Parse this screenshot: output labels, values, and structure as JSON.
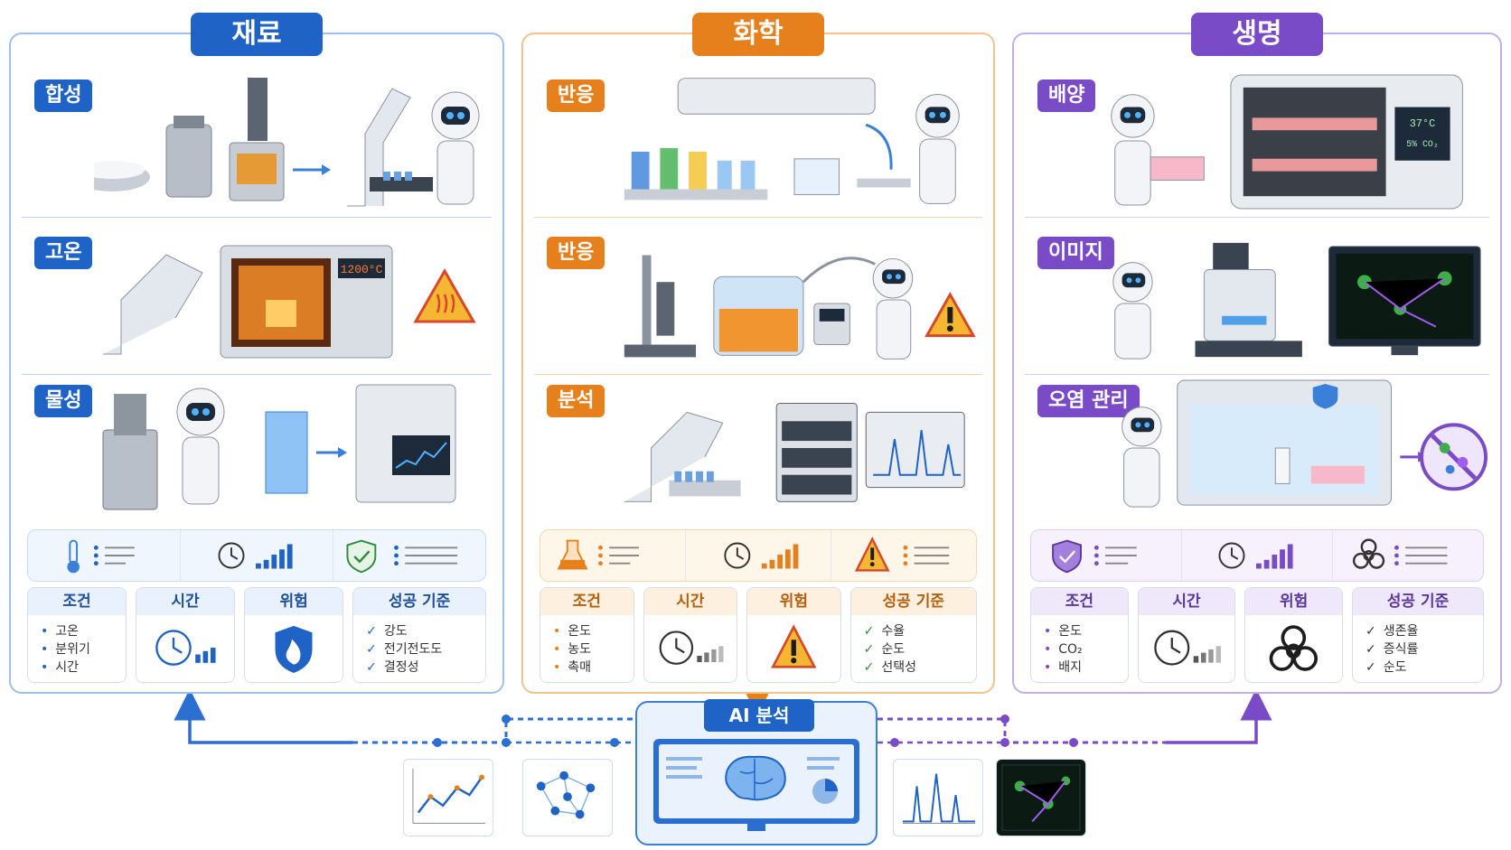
{
  "colors": {
    "materials": "#1f63c6",
    "chemistry": "#e6801c",
    "life": "#7a4bc7",
    "ai": "#1f63c6"
  },
  "panels": [
    {
      "title": "재료",
      "stages": [
        "합성",
        "고온",
        "물성"
      ],
      "scene_text": {
        "furnace_display": "1200°C"
      },
      "cards": [
        {
          "header": "조건",
          "items": [
            "고온",
            "분위기",
            "시간"
          ]
        },
        {
          "header": "시간"
        },
        {
          "header": "위험"
        },
        {
          "header": "성공 기준",
          "items": [
            "강도",
            "전기전도도",
            "결정성"
          ]
        }
      ]
    },
    {
      "title": "화학",
      "stages": [
        "반응",
        "반응",
        "분석"
      ],
      "cards": [
        {
          "header": "조건",
          "items": [
            "온도",
            "농도",
            "촉매"
          ]
        },
        {
          "header": "시간"
        },
        {
          "header": "위험"
        },
        {
          "header": "성공 기준",
          "items": [
            "수율",
            "순도",
            "선택성"
          ]
        }
      ]
    },
    {
      "title": "생명",
      "stages": [
        "배양",
        "이미지",
        "오염 관리"
      ],
      "scene_text": {
        "incubator_temp": "37°C",
        "incubator_co2": "5% CO₂"
      },
      "cards": [
        {
          "header": "조건",
          "items": [
            "온도",
            "CO₂",
            "배지"
          ]
        },
        {
          "header": "시간"
        },
        {
          "header": "위험"
        },
        {
          "header": "성공 기준",
          "items": [
            "생존율",
            "증식률",
            "순도"
          ]
        }
      ]
    }
  ],
  "ai": {
    "title": "AI 분석"
  },
  "thumbnails": [
    "line-chart",
    "network-graph",
    "spectrum-peaks",
    "cell-image"
  ]
}
